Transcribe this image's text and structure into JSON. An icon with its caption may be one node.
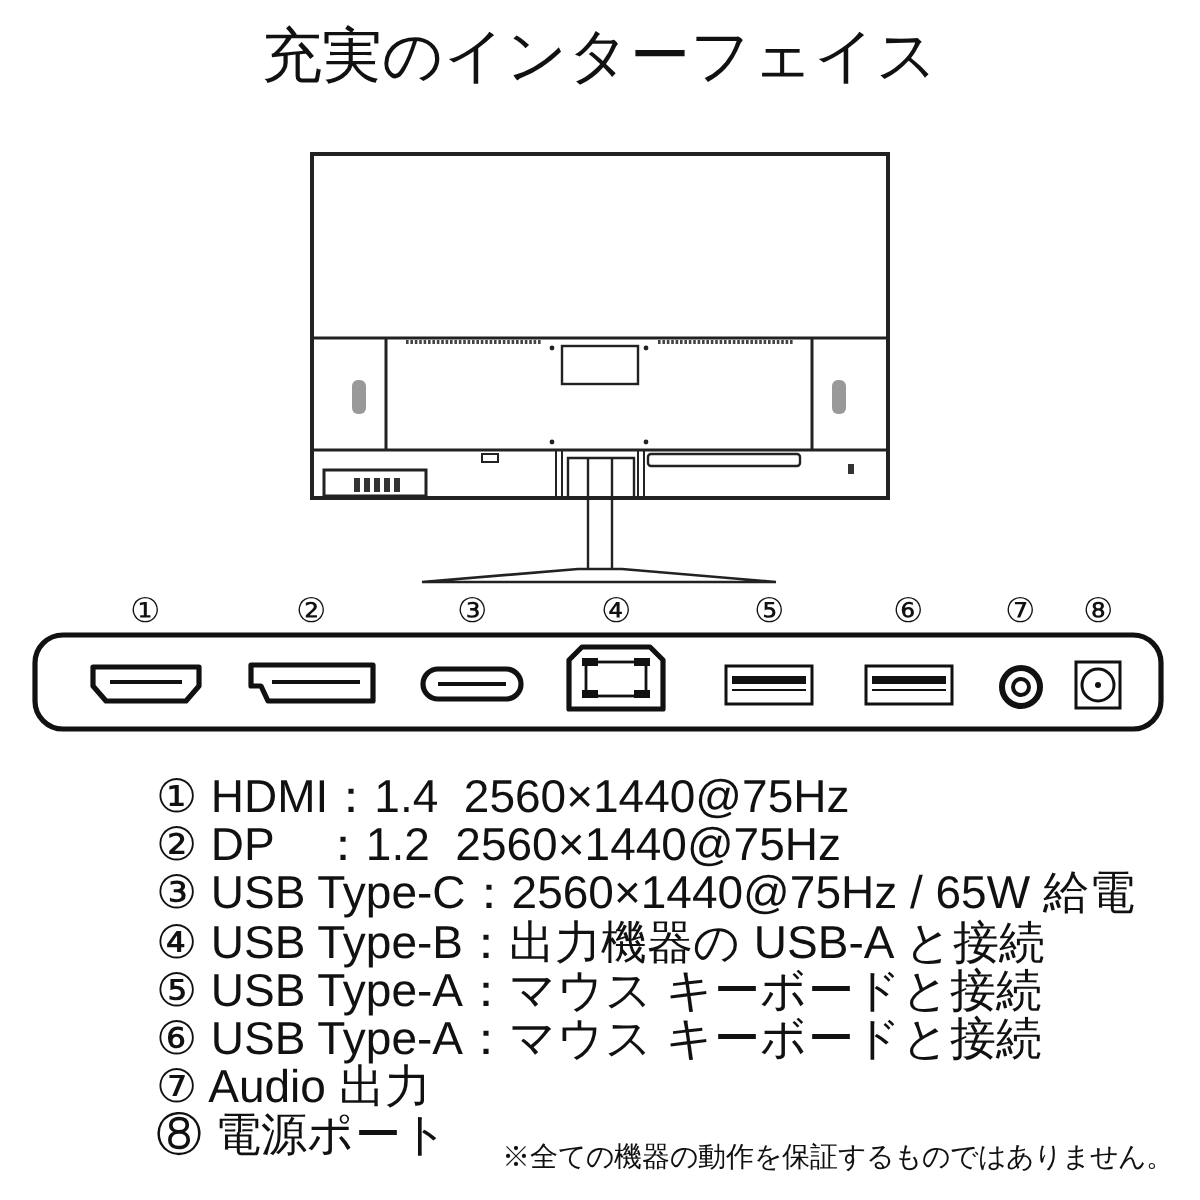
{
  "diagram": {
    "title": "充実のインターフェイス",
    "nodes": [
      {
        "text": [
          "①"
        ]
      },
      {
        "text": [
          "②"
        ]
      },
      {
        "text": [
          "③"
        ]
      },
      {
        "text": [
          "④"
        ]
      },
      {
        "text": [
          "⑤"
        ]
      },
      {
        "text": [
          "⑥"
        ]
      },
      {
        "text": [
          "⑦"
        ]
      },
      {
        "text": [
          "⑧"
        ]
      }
    ],
    "labels": [
      "① HDMI：1.4  2560×1440@75Hz",
      "② DP　：1.2  2560×1440@75Hz",
      "③ USB Type-C：2560×1440@75Hz / 65W 給電",
      "④ USB Type-B：出力機器の USB-A と接続",
      "⑤ USB Type-A：マウス キーボードと接続",
      "⑥ USB Type-A：マウス キーボードと接続",
      "⑦ Audio 出力",
      "⑧ 電源ポート",
      "※全ての機器の動作を保証するものではありません。"
    ]
  }
}
